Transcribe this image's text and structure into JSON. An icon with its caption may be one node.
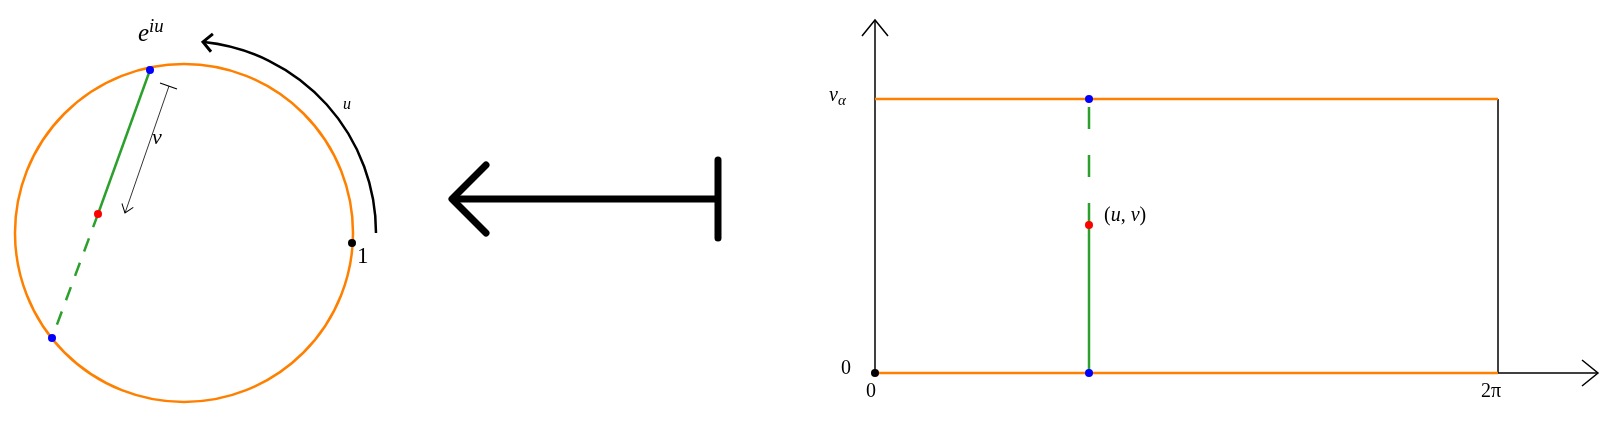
{
  "diagram": {
    "nodes": [
      {
        "text": [],
        "shape": "picture",
        "beside": [
          "1"
        ]
      },
      {
        "text": [],
        "shape": "picture",
        "beside": [
          "*v*$_{α}$",
          "0"
        ]
      }
    ],
    "edges": [
      {
        "from": 1,
        "to": 0,
        "arrow": "to"
      }
    ],
    "labels": [
      "*e*$^{iu}$",
      "*u*",
      "*v*",
      "(*u*, *v*)",
      "0",
      "2π"
    ]
  }
}
